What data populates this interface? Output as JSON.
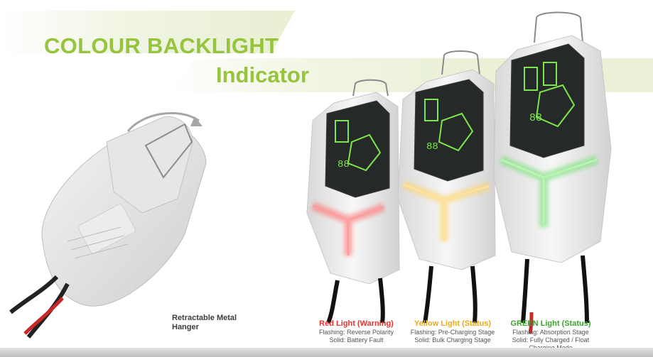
{
  "heading": {
    "title": "COLOUR BACKLIGHT",
    "subtitle": "Indicator"
  },
  "hanger_caption": {
    "line1": "Retractable Metal",
    "line2": "Hanger"
  },
  "indicators": [
    {
      "title": "Red Light (Warning)",
      "line1": "Flashing: Reverse Polarity",
      "line2": "Solid: Battery Fault",
      "color": "#e8322f"
    },
    {
      "title": "Yellow Light (Status)",
      "line1": "Flashing: Pre-Charging Stage",
      "line2": "Solid: Bulk Charging Stage",
      "color": "#f0a914"
    },
    {
      "title": "GREEN Light (Status)",
      "line1": "Flashing: Absorption Stage",
      "line2": "Solid: Fully Charged / Float",
      "line3": "Charging Mode",
      "color": "#3ca32d"
    }
  ],
  "colors": {
    "accent_green": "#96c43d",
    "body_white": "#f2f2f2",
    "display_green": "#7ee64a"
  }
}
